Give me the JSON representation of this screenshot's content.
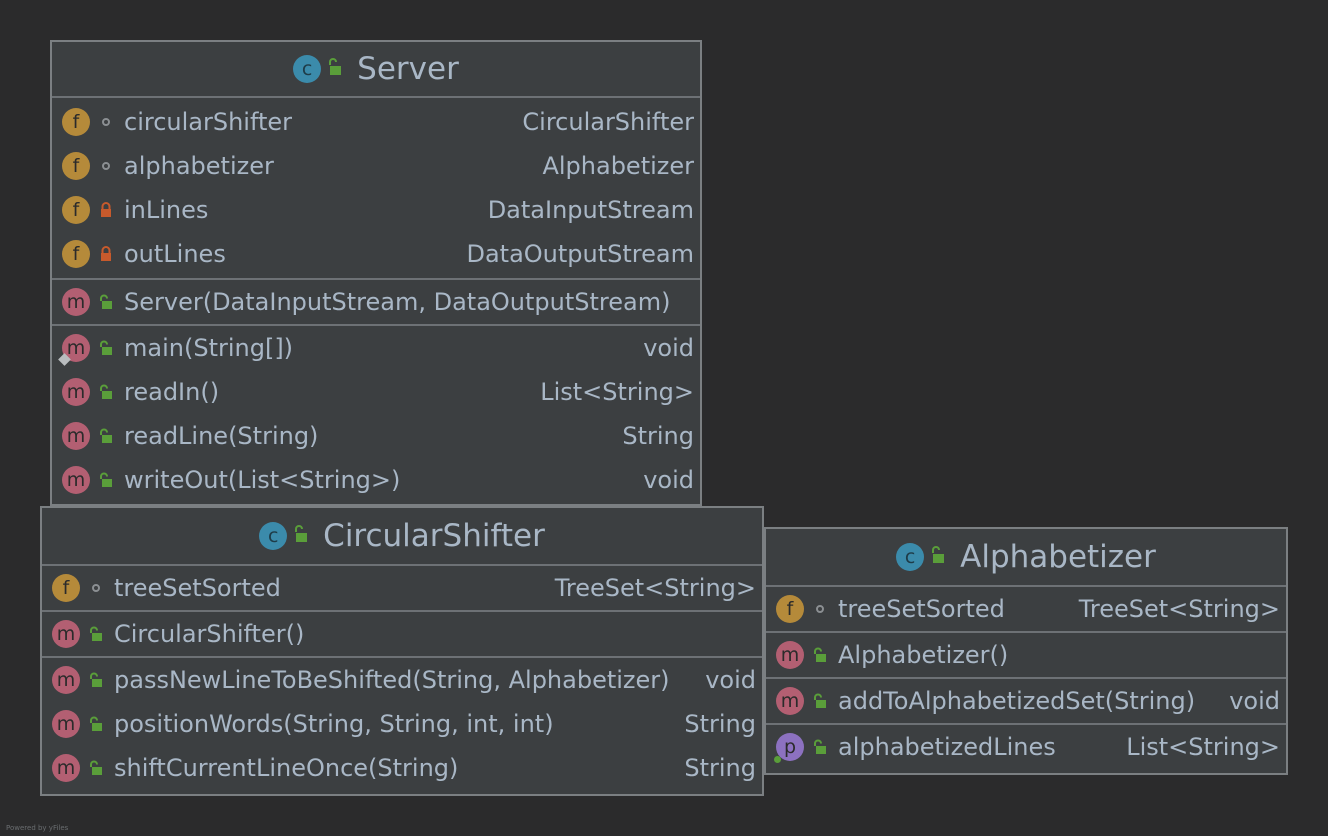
{
  "classes": {
    "server": {
      "name": "Server",
      "fields": [
        {
          "name": "circularShifter",
          "type": "CircularShifter",
          "visibility": "package-private"
        },
        {
          "name": "alphabetizer",
          "type": "Alphabetizer",
          "visibility": "package-private"
        },
        {
          "name": "inLines",
          "type": "DataInputStream",
          "visibility": "private"
        },
        {
          "name": "outLines",
          "type": "DataOutputStream",
          "visibility": "private"
        }
      ],
      "constructors": [
        {
          "name": "Server(DataInputStream, DataOutputStream)",
          "type": ""
        }
      ],
      "methods": [
        {
          "name": "main(String[])",
          "type": "void",
          "static": true
        },
        {
          "name": "readIn()",
          "type": "List<String>"
        },
        {
          "name": "readLine(String)",
          "type": "String"
        },
        {
          "name": "writeOut(List<String>)",
          "type": "void"
        }
      ]
    },
    "circularShifter": {
      "name": "CircularShifter",
      "fields": [
        {
          "name": "treeSetSorted",
          "type": "TreeSet<String>",
          "visibility": "package-private"
        }
      ],
      "constructors": [
        {
          "name": "CircularShifter()",
          "type": ""
        }
      ],
      "methods": [
        {
          "name": "passNewLineToBeShifted(String, Alphabetizer)",
          "type": "void"
        },
        {
          "name": "positionWords(String, String, int, int)",
          "type": "String"
        },
        {
          "name": "shiftCurrentLineOnce(String)",
          "type": "String"
        }
      ]
    },
    "alphabetizer": {
      "name": "Alphabetizer",
      "fields": [
        {
          "name": "treeSetSorted",
          "type": "TreeSet<String>",
          "visibility": "package-private"
        }
      ],
      "constructors": [
        {
          "name": "Alphabetizer()",
          "type": ""
        }
      ],
      "methods": [
        {
          "name": "addToAlphabetizedSet(String)",
          "type": "void"
        }
      ],
      "properties": [
        {
          "name": "alphabetizedLines",
          "type": "List<String>"
        }
      ]
    }
  },
  "icons": {
    "class": "class-icon",
    "field": "field-icon",
    "method": "method-icon",
    "property": "property-icon",
    "public": "unlocked-icon",
    "private": "lock-icon",
    "package": "dot-icon"
  },
  "colors": {
    "background": "#2b2b2c",
    "box": "#3c3f41",
    "field": "#b58a3a",
    "method": "#b35f72",
    "property": "#8c71c0",
    "class": "#3b8bab",
    "public": "#5a9e3a",
    "private": "#c75a2c"
  },
  "footer": "Powered by yFiles"
}
